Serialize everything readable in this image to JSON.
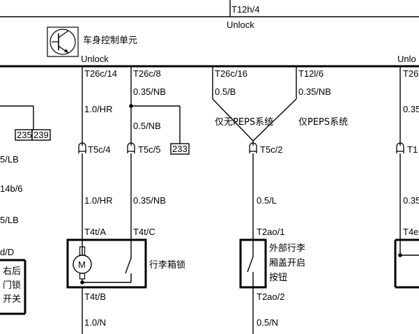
{
  "top": {
    "connector": "T12h/4",
    "unlock_top": "Unlock"
  },
  "bcm": {
    "label": "车身控制单元",
    "unlock_left": "Unlock",
    "unlock_right": "Unlo"
  },
  "pins": {
    "p1": "T26c/14",
    "p2": "T26c/8",
    "p3": "T26c/16",
    "p4": "T12l/6",
    "p5": "T26"
  },
  "wires": {
    "w1": "1.0/HR",
    "w2a": "0.35/NB",
    "w2b": "0.5/NB",
    "w3": "0.5/B",
    "w4": "0.35/NB",
    "w5": "0.35",
    "w6": "1.0/HR",
    "w7": "0.35/NB",
    "w8": "0.5/L",
    "w9": "0.35",
    "w10": "1.0/N",
    "w11": "0.5/N"
  },
  "conditions": {
    "no_peps": "仅无PEPS系统",
    "peps": "仅PEPS系统"
  },
  "refs": {
    "r235": "235",
    "r239": "239",
    "r233": "233"
  },
  "connectors": {
    "c1": "T5c/4",
    "c2": "T5c/5",
    "c3": "T5c/2",
    "c4": "T1"
  },
  "left_edge": {
    "l1": "5/LB",
    "l2": "14b/6",
    "l3": "5/LB",
    "l4": "d/D",
    "switch_label": [
      "右后",
      "门锁",
      "开关"
    ]
  },
  "trunk_lock": {
    "pin_a": "T4t/A",
    "pin_c": "T4t/C",
    "pin_b": "T4t/B",
    "motor": "M",
    "label": "行李箱锁"
  },
  "open_button": {
    "pin1": "T2ao/1",
    "pin2": "T2ao/2",
    "label": [
      "外部行李",
      "厢盖开启",
      "按钮"
    ]
  },
  "right_component": {
    "pin": "T4e"
  }
}
